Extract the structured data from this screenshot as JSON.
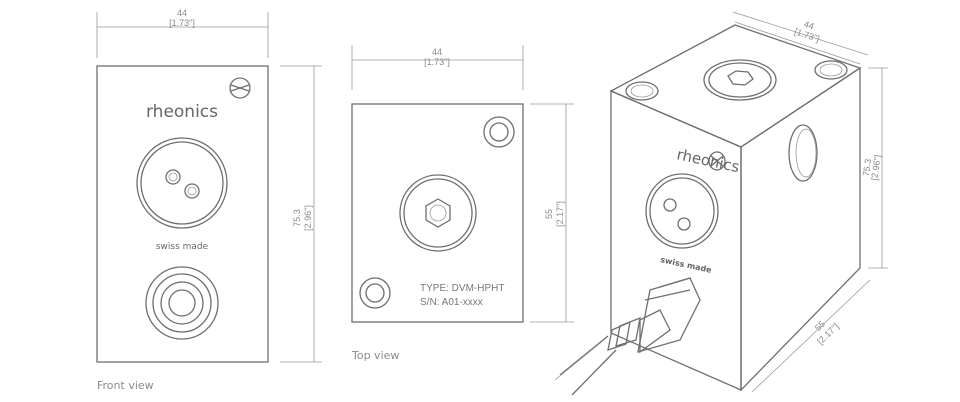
{
  "front_view": {
    "label": "Front view",
    "brand": "rheonics",
    "made": "swiss made",
    "width_mm": "44",
    "width_in": "[1.73\"]",
    "height_mm": "75.3",
    "height_in": "[2.96\"]"
  },
  "top_view": {
    "label": "Top view",
    "width_mm": "44",
    "width_in": "[1.73\"]",
    "height_mm": "55",
    "height_in": "[2.17\"]",
    "type_line": "TYPE:  DVM-HPHT",
    "sn_line": "S/N:    A01-xxxx"
  },
  "iso_view": {
    "brand": "rheonics",
    "made": "swiss made",
    "width_mm": "44",
    "width_in": "[1.73\"]",
    "height_mm": "75.3",
    "height_in": "[2.96\"]",
    "depth_mm": "55",
    "depth_in": "[2.17\"]"
  }
}
